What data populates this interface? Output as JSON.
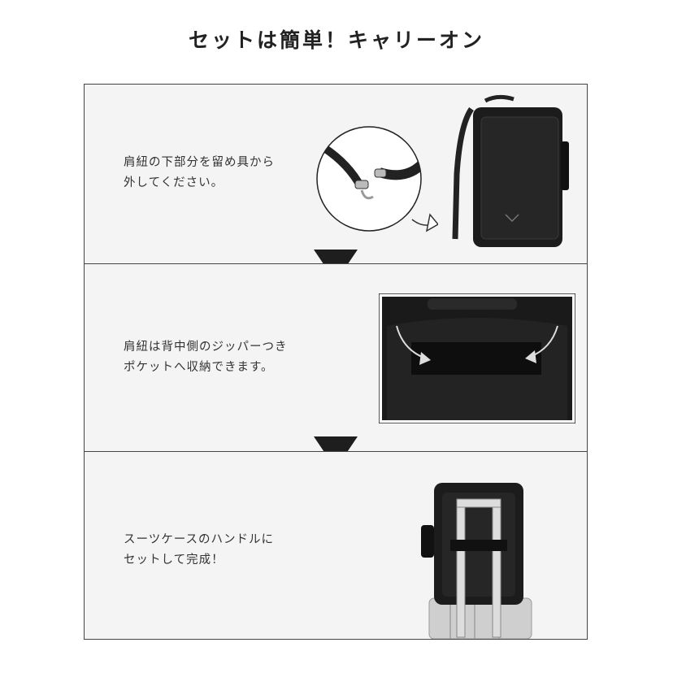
{
  "title": "セットは簡単！キャリーオン",
  "steps": [
    {
      "lines": [
        "肩紐の下部分を留め具から",
        "外してください。"
      ]
    },
    {
      "lines": [
        "肩紐は背中側のジッパーつき",
        "ポケットへ収納できます。"
      ]
    },
    {
      "lines": [
        "スーツケースのハンドルに",
        "セットして完成！"
      ]
    }
  ],
  "colors": {
    "bag": "#1c1c1c",
    "panel_bg": "#f4f4f4",
    "arrow": "#1e1e1e"
  }
}
